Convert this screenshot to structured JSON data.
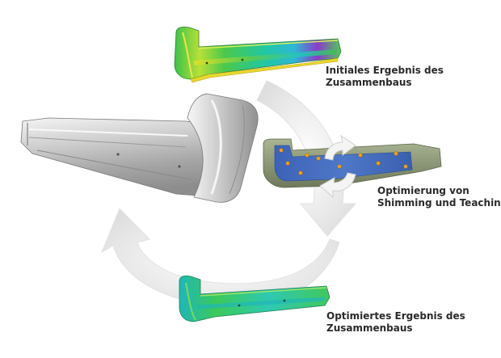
{
  "labels": {
    "initial": [
      "Initiales Ergebnis des",
      "Zusammenbaus"
    ],
    "optimization": [
      "Optimierung von",
      "Shimming und Teaching"
    ],
    "optimized": [
      "Optimiertes Ergebnis des",
      "Zusammenbaus"
    ]
  },
  "colors": {
    "background": "#ffffff",
    "text": "#2a2a2a",
    "arrow": "#e6e6e6",
    "sill_silver": "#c8c8c8",
    "deviation_green": "#39c04a",
    "deviation_yellow": "#f2e52c",
    "deviation_cyan": "#22c3c8",
    "deviation_purple": "#8a3cc8",
    "fixture_blue": "#3f67b8",
    "fixture_olive": "#8d9a76",
    "pin_orange": "#e9a21c"
  }
}
